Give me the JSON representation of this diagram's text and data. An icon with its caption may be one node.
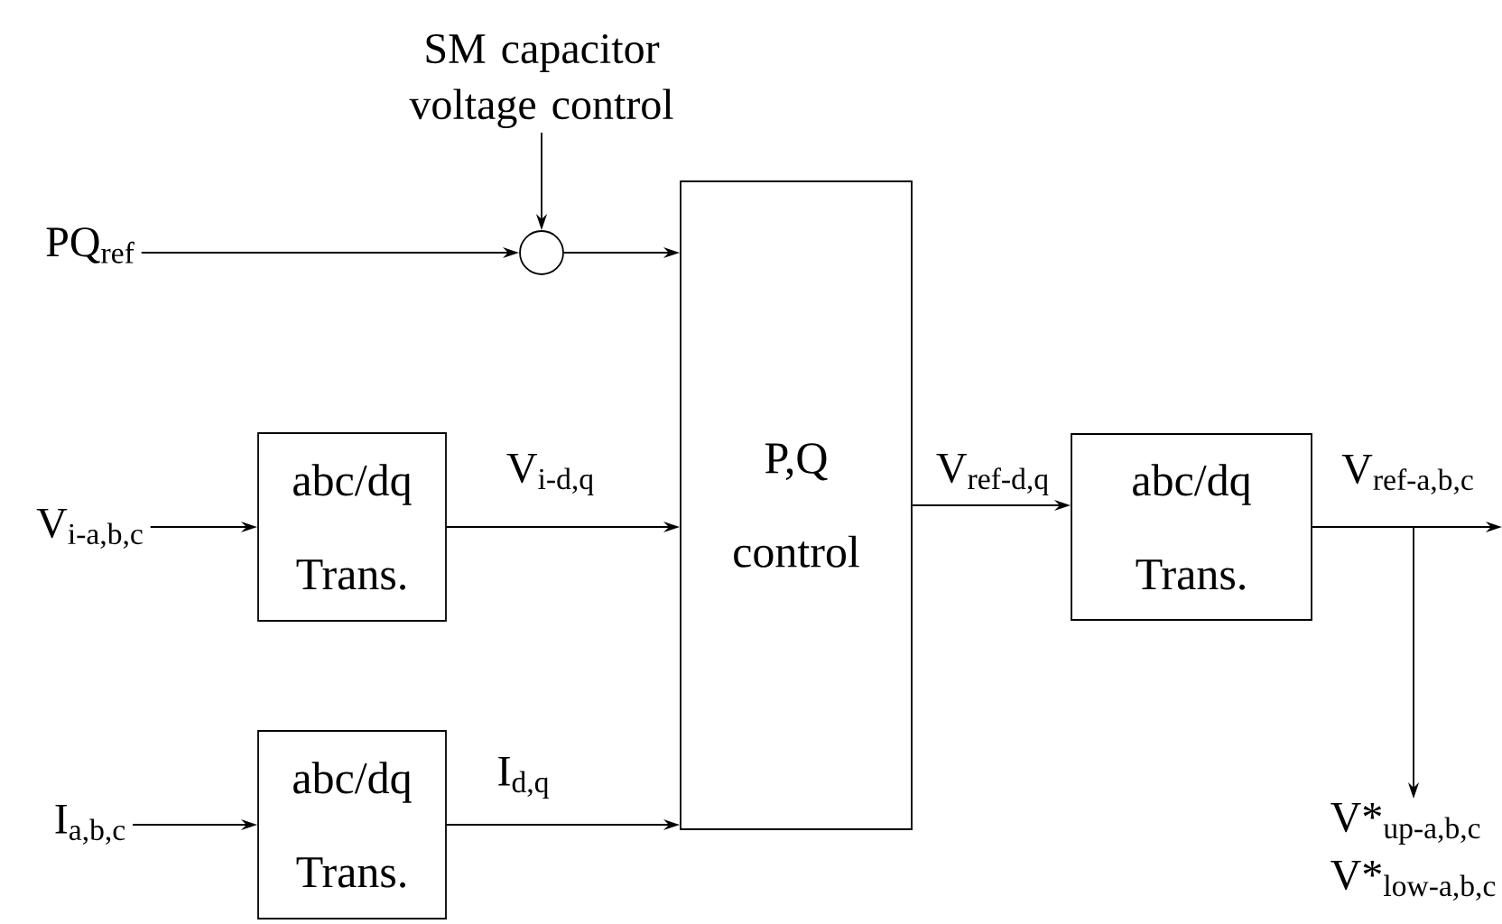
{
  "diagram": {
    "nodes": [
      {
        "text": [
          "SM capacitor voltage control"
        ]
      },
      {
        "text": [
          "PQ$_{ref}$"
        ]
      },
      {
        "text": [],
        "shape": "circle"
      },
      {
        "text": [
          "P,Q control"
        ]
      },
      {
        "text": [
          "V$_{i-a,b,c}$"
        ]
      },
      {
        "text": [
          "abc/dq Trans."
        ]
      },
      {
        "text": [
          "I$_{a,b,c}$"
        ]
      },
      {
        "text": [
          "abc/dq Trans."
        ]
      },
      {
        "text": [
          "abc/dq Trans."
        ]
      },
      {
        "text": [
          "V*$_{up-a,b,c}$",
          "V*$_{low-a,b,c}$"
        ]
      }
    ],
    "edges": [
      {
        "from": 0,
        "to": 2,
        "arrow": "to"
      },
      {
        "from": 1,
        "to": 2,
        "arrow": "to"
      },
      {
        "from": 2,
        "to": 3,
        "arrow": "to"
      },
      {
        "from": 4,
        "to": 5,
        "arrow": "to"
      },
      {
        "from": 5,
        "to": 3,
        "arrow": "to",
        "label": "V$_{i-d,q}$"
      },
      {
        "from": 6,
        "to": 7,
        "arrow": "to"
      },
      {
        "from": 7,
        "to": 3,
        "arrow": "to",
        "label": "I$_{d,q}$"
      },
      {
        "from": 3,
        "to": 8,
        "arrow": "to",
        "label": "V$_{ref-d,q}$"
      },
      {
        "from": 8,
        "to": null,
        "arrow": "to",
        "label": "V$_{ref-a,b,c}$"
      },
      {
        "from": 8,
        "to": 9,
        "arrow": "to"
      }
    ]
  }
}
